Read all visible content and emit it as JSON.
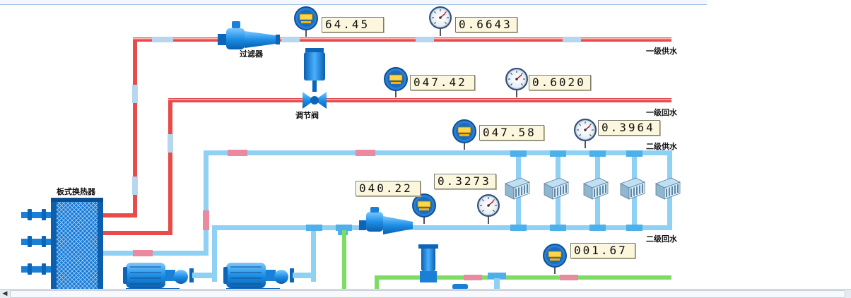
{
  "labels": {
    "filter": "过滤器",
    "valve": "调节阀",
    "exchanger": "板式换热器",
    "primary_supply": "一级供水",
    "primary_return": "一级回水",
    "secondary_supply": "二级供水",
    "secondary_return": "二级回水"
  },
  "readings": {
    "primary_supply_temp": "64.45",
    "primary_supply_pressure": "0.6643",
    "primary_return_temp": "047.42",
    "primary_return_pressure": "0.6020",
    "secondary_supply_temp": "047.58",
    "secondary_supply_pressure": "0.3964",
    "secondary_return_temp": "040.22",
    "secondary_return_pressure": "0.3273",
    "makeup_flow": "001.67"
  },
  "icons": {
    "temp_gauge": "digital-temperature-gauge-icon",
    "pressure_gauge": "dial-pressure-gauge-icon",
    "filter": "filter-icon",
    "valve": "regulating-valve-icon",
    "pump": "pump-icon",
    "radiator": "radiator-unit-icon",
    "exchanger": "plate-heat-exchanger-icon"
  },
  "colors": {
    "hot_pipe": "#e94b4b",
    "cold_pipe": "#8fd0f5",
    "makeup_pipe": "#7fdc62",
    "equipment_blue": "#1f8fe0"
  }
}
